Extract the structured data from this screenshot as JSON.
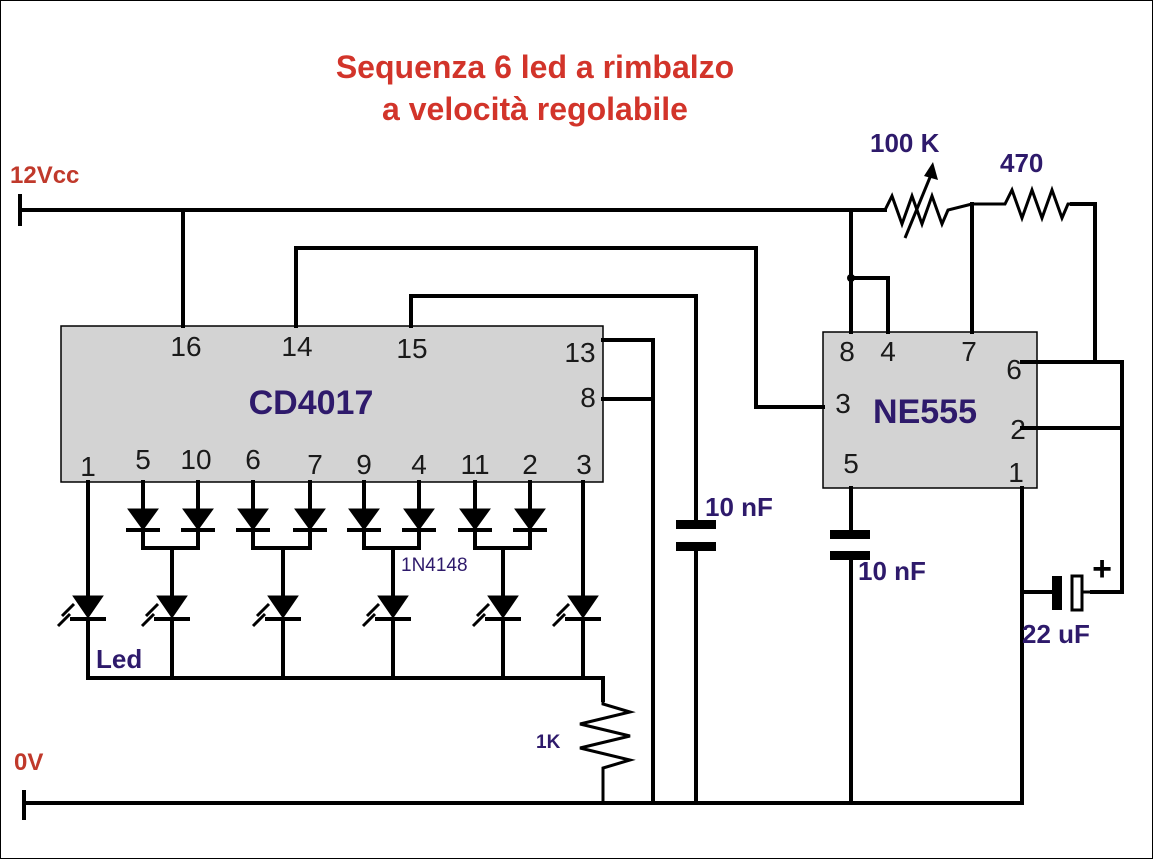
{
  "title": {
    "line1": "Sequenza 6 led a rimbalzo",
    "line2": "a velocità regolabile"
  },
  "rails": {
    "vcc": "12Vcc",
    "gnd": "0V"
  },
  "cd4017": {
    "name": "CD4017",
    "top_pins": [
      "16",
      "14",
      "15"
    ],
    "right_pins": [
      "13",
      "8"
    ],
    "bottom_pins": [
      "1",
      "5",
      "10",
      "6",
      "7",
      "9",
      "4",
      "11",
      "2",
      "3"
    ]
  },
  "ne555": {
    "name": "NE555",
    "top_pins": [
      "8",
      "4",
      "7"
    ],
    "left_pins": [
      "3"
    ],
    "bottom_pins": [
      "5"
    ],
    "right_pins": [
      "6",
      "2",
      "1"
    ]
  },
  "components": {
    "pot": "100 K",
    "resistor_top": "470",
    "resistor_bottom": "1K",
    "cap1": "10 nF",
    "cap2": "10 nF",
    "cap_elec": "22 uF",
    "cap_plus": "+",
    "diode_part": "1N4148",
    "led": "Led"
  },
  "colors": {
    "title": "#d2342a",
    "rail_label": "#c0392b",
    "part_label": "#2e1a6b",
    "ic_fill": "#d3d3d3"
  }
}
